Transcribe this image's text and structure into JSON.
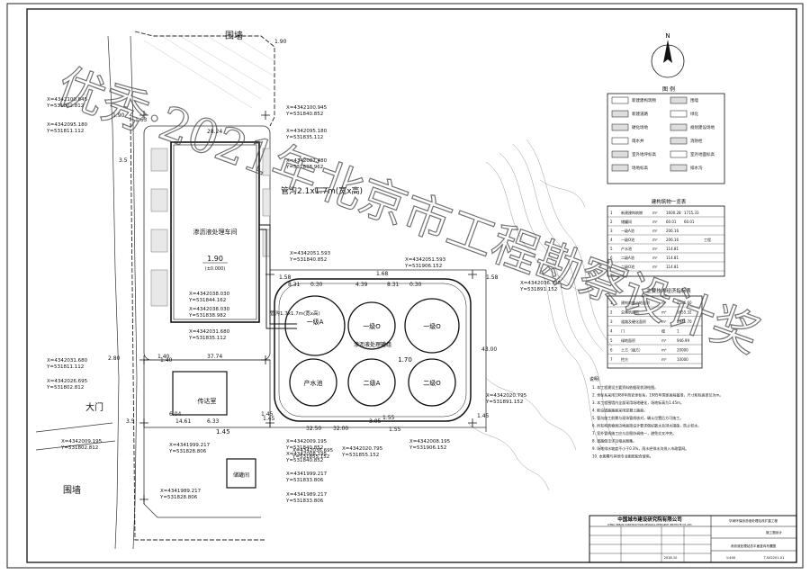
{
  "plan": {
    "labels": {
      "wall_top": "围墙",
      "wall_bottom": "围墙",
      "gate": "大门",
      "building_main": "渗沥液处理车间",
      "building_main_elev": "1.90",
      "building_main_elev2": "(±0.000)",
      "building_guard": "传达室",
      "building_small": "储罐间",
      "pipe_label_1": "管沟2.1x1.7m(宽x高)",
      "pipe_label_2": "管沟1.7x1.7m(宽x高)",
      "tank_area_title": "渗沥液处理罐组",
      "tank_a": "一级A",
      "tank_o1": "一级O",
      "tank_o2": "一级O",
      "tank_out": "产水池",
      "tank_2a": "二级A",
      "tank_2o": "二级O",
      "elev_tanks": "1.70",
      "elev_guard": "1.45"
    },
    "dims": [
      "1.90",
      "1.63",
      "1.90",
      "3.5",
      "3.5",
      "37.74",
      "28.24",
      "6.04",
      "1.58",
      "1.58",
      "1.68",
      "3.05",
      "1.40",
      "1.45",
      "1.45",
      "1.55",
      "1.45",
      "1.55",
      "32.00",
      "32.50",
      "6.33",
      "4.39",
      "43.00",
      "0.30",
      "8.31",
      "8.31",
      "0.30",
      "14.61",
      "1.40",
      "2.80"
    ],
    "coords": [
      "X=4342100.845",
      "Y=531802.812",
      "X=4342095.180",
      "Y=531811.112",
      "X=4342100.945",
      "Y=531840.852",
      "X=4342095.180",
      "Y=531835.112",
      "X=4342087.480",
      "Y=531838.962",
      "X=4342051.593",
      "Y=531840.852",
      "X=4342051.593",
      "Y=531906.152",
      "X=4342036.795",
      "Y=531891.152",
      "X=4342038.030",
      "Y=531844.162",
      "X=4342038.030",
      "Y=531838.982",
      "X=4342031.680",
      "Y=531835.112",
      "X=4342031.680",
      "Y=531811.112",
      "X=4342026.695",
      "Y=531802.812",
      "X=4342036.695",
      "Y=531855.152",
      "X=4342020.795",
      "Y=531891.152",
      "X=4342009.195",
      "Y=531802.812",
      "X=4341999.217",
      "Y=531828.806",
      "X=4342009.195",
      "Y=531840.852",
      "X=4342008.195",
      "Y=531840.852",
      "X=4342020.795",
      "Y=531855.152",
      "X=4342008.195",
      "Y=531906.152",
      "X=4341999.217",
      "Y=531833.806",
      "X=4341989.217",
      "Y=531828.806",
      "X=4341989.217",
      "Y=531833.806"
    ]
  },
  "compass": {
    "label": "N"
  },
  "legend": {
    "title": "图 例",
    "items": [
      "新建建构筑物",
      "围墙",
      "新建道路",
      "绿化",
      "硬化场地",
      "规划建设场地",
      "雨水井",
      "消防栓",
      "室外地坪标高",
      "室外地面标高",
      "场地标高",
      "排水沟"
    ]
  },
  "table1": {
    "title": "建构筑物一览表",
    "rows": [
      [
        "1",
        "新建建构筑物",
        "m²",
        "1600.28",
        "1715.33",
        ""
      ],
      [
        "2",
        "储罐间",
        "m²",
        "60.01",
        "60.01",
        ""
      ],
      [
        "3",
        "一级A池",
        "m²",
        "206.16",
        "",
        ""
      ],
      [
        "4",
        "一级O池",
        "m²",
        "206.16",
        "",
        "工程"
      ],
      [
        "5",
        "产水池",
        "m²",
        "114.81",
        "",
        ""
      ],
      [
        "6",
        "二级A池",
        "m²",
        "114.81",
        "",
        ""
      ],
      [
        "7",
        "二级O池",
        "m²",
        "114.81",
        "",
        ""
      ]
    ]
  },
  "table2": {
    "title": "主要技术经济指标表",
    "rows": [
      [
        "1",
        "建构筑物占地面积",
        "m²",
        "2586.60"
      ],
      [
        "2",
        "总建筑面积",
        "m²",
        "1655.32"
      ],
      [
        "3",
        "道路及硬化面积",
        "m²",
        "2941.70"
      ],
      [
        "4",
        "门",
        "樘",
        "1"
      ],
      [
        "5",
        "绿地面积",
        "m²",
        "946.99"
      ],
      [
        "6",
        "土方（填方）",
        "m³",
        "20000"
      ],
      [
        "7",
        "挖方",
        "m³",
        "10000"
      ]
    ]
  },
  "notes": {
    "title": "说明:",
    "lines": [
      "1. 本工程建设主要资料依据现状测绘图。",
      "2. 坐标系采用1980年西安坐标系，1985年国家高程基准，尺寸和标高单位为m。",
      "3. 本工程围墙内全部采用场地硬化，场地标高为1.45m。",
      "4. 新设道路路面采用混凝土路面。",
      "5. 管沟施工前需与现场管线核对，确认位置后方可施工。",
      "6. 所有构筑物周边地面按设计要求做好散水及排水措施，防止积水。",
      "7. 室外管线施工应与总图协调统一，避免交叉冲突。",
      "8. 道路做法详见相关图集。",
      "9. 场地排水坡度不小于0.3%，雨水经排水沟排入市政管网。",
      "10. 本图需与其他专业图纸配合使用。"
    ]
  },
  "titleblock": {
    "company": "中国城市建设研究院有限公司",
    "company_en": "CHINA URBAN CONSTRUCTION DESIGN & RESEARCH INSTITUTE CO.,LTD.",
    "project": "华润环保渗沥液处理站改扩建工程",
    "stage": "施工图设计",
    "drawing_name": "渗沥液处理站总平面竖向布置图",
    "drawing_no": "T-S02201-01",
    "date": "2018.10",
    "scale": "1:400"
  },
  "watermark": {
    "text": "优秀·2021年北京市工程勘察设计奖"
  }
}
